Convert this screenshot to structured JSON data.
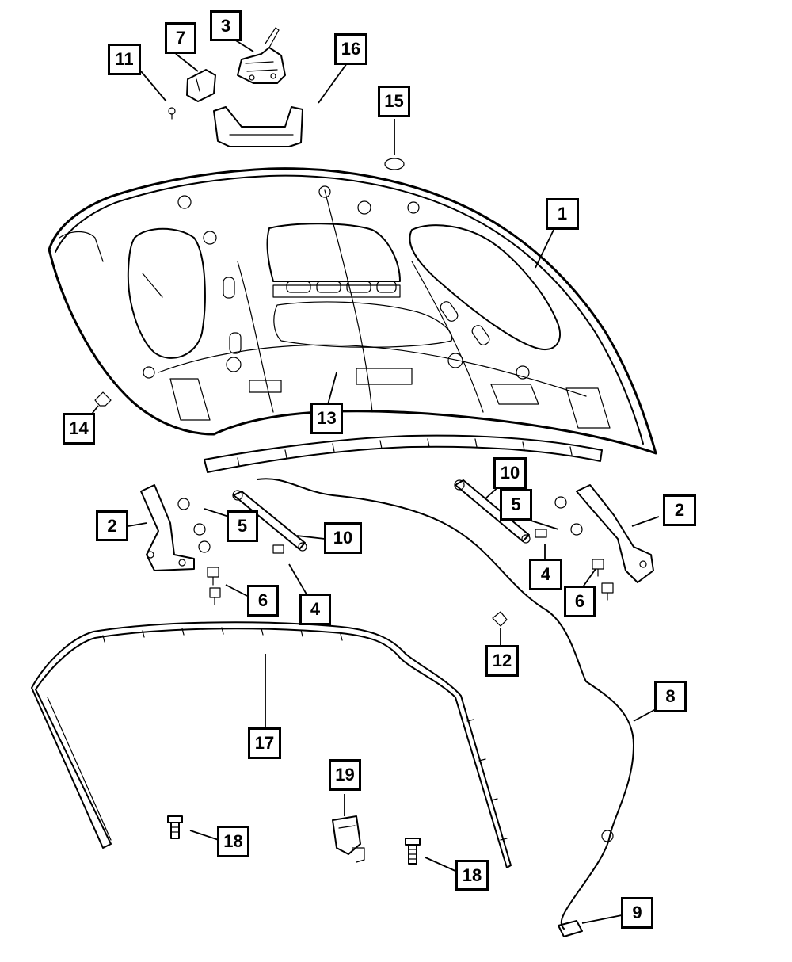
{
  "diagram": {
    "background": "#ffffff",
    "line_color": "#000000",
    "callouts": [
      {
        "id": "c1",
        "label": "1"
      },
      {
        "id": "c2a",
        "label": "2"
      },
      {
        "id": "c2b",
        "label": "2"
      },
      {
        "id": "c3",
        "label": "3"
      },
      {
        "id": "c4a",
        "label": "4"
      },
      {
        "id": "c4b",
        "label": "4"
      },
      {
        "id": "c5a",
        "label": "5"
      },
      {
        "id": "c5b",
        "label": "5"
      },
      {
        "id": "c6a",
        "label": "6"
      },
      {
        "id": "c6b",
        "label": "6"
      },
      {
        "id": "c7",
        "label": "7"
      },
      {
        "id": "c8",
        "label": "8"
      },
      {
        "id": "c9",
        "label": "9"
      },
      {
        "id": "c10a",
        "label": "10"
      },
      {
        "id": "c10b",
        "label": "10"
      },
      {
        "id": "c11",
        "label": "11"
      },
      {
        "id": "c12",
        "label": "12"
      },
      {
        "id": "c13",
        "label": "13"
      },
      {
        "id": "c14",
        "label": "14"
      },
      {
        "id": "c15",
        "label": "15"
      },
      {
        "id": "c16",
        "label": "16"
      },
      {
        "id": "c17",
        "label": "17"
      },
      {
        "id": "c18a",
        "label": "18"
      },
      {
        "id": "c18b",
        "label": "18"
      },
      {
        "id": "c19",
        "label": "19"
      }
    ]
  }
}
